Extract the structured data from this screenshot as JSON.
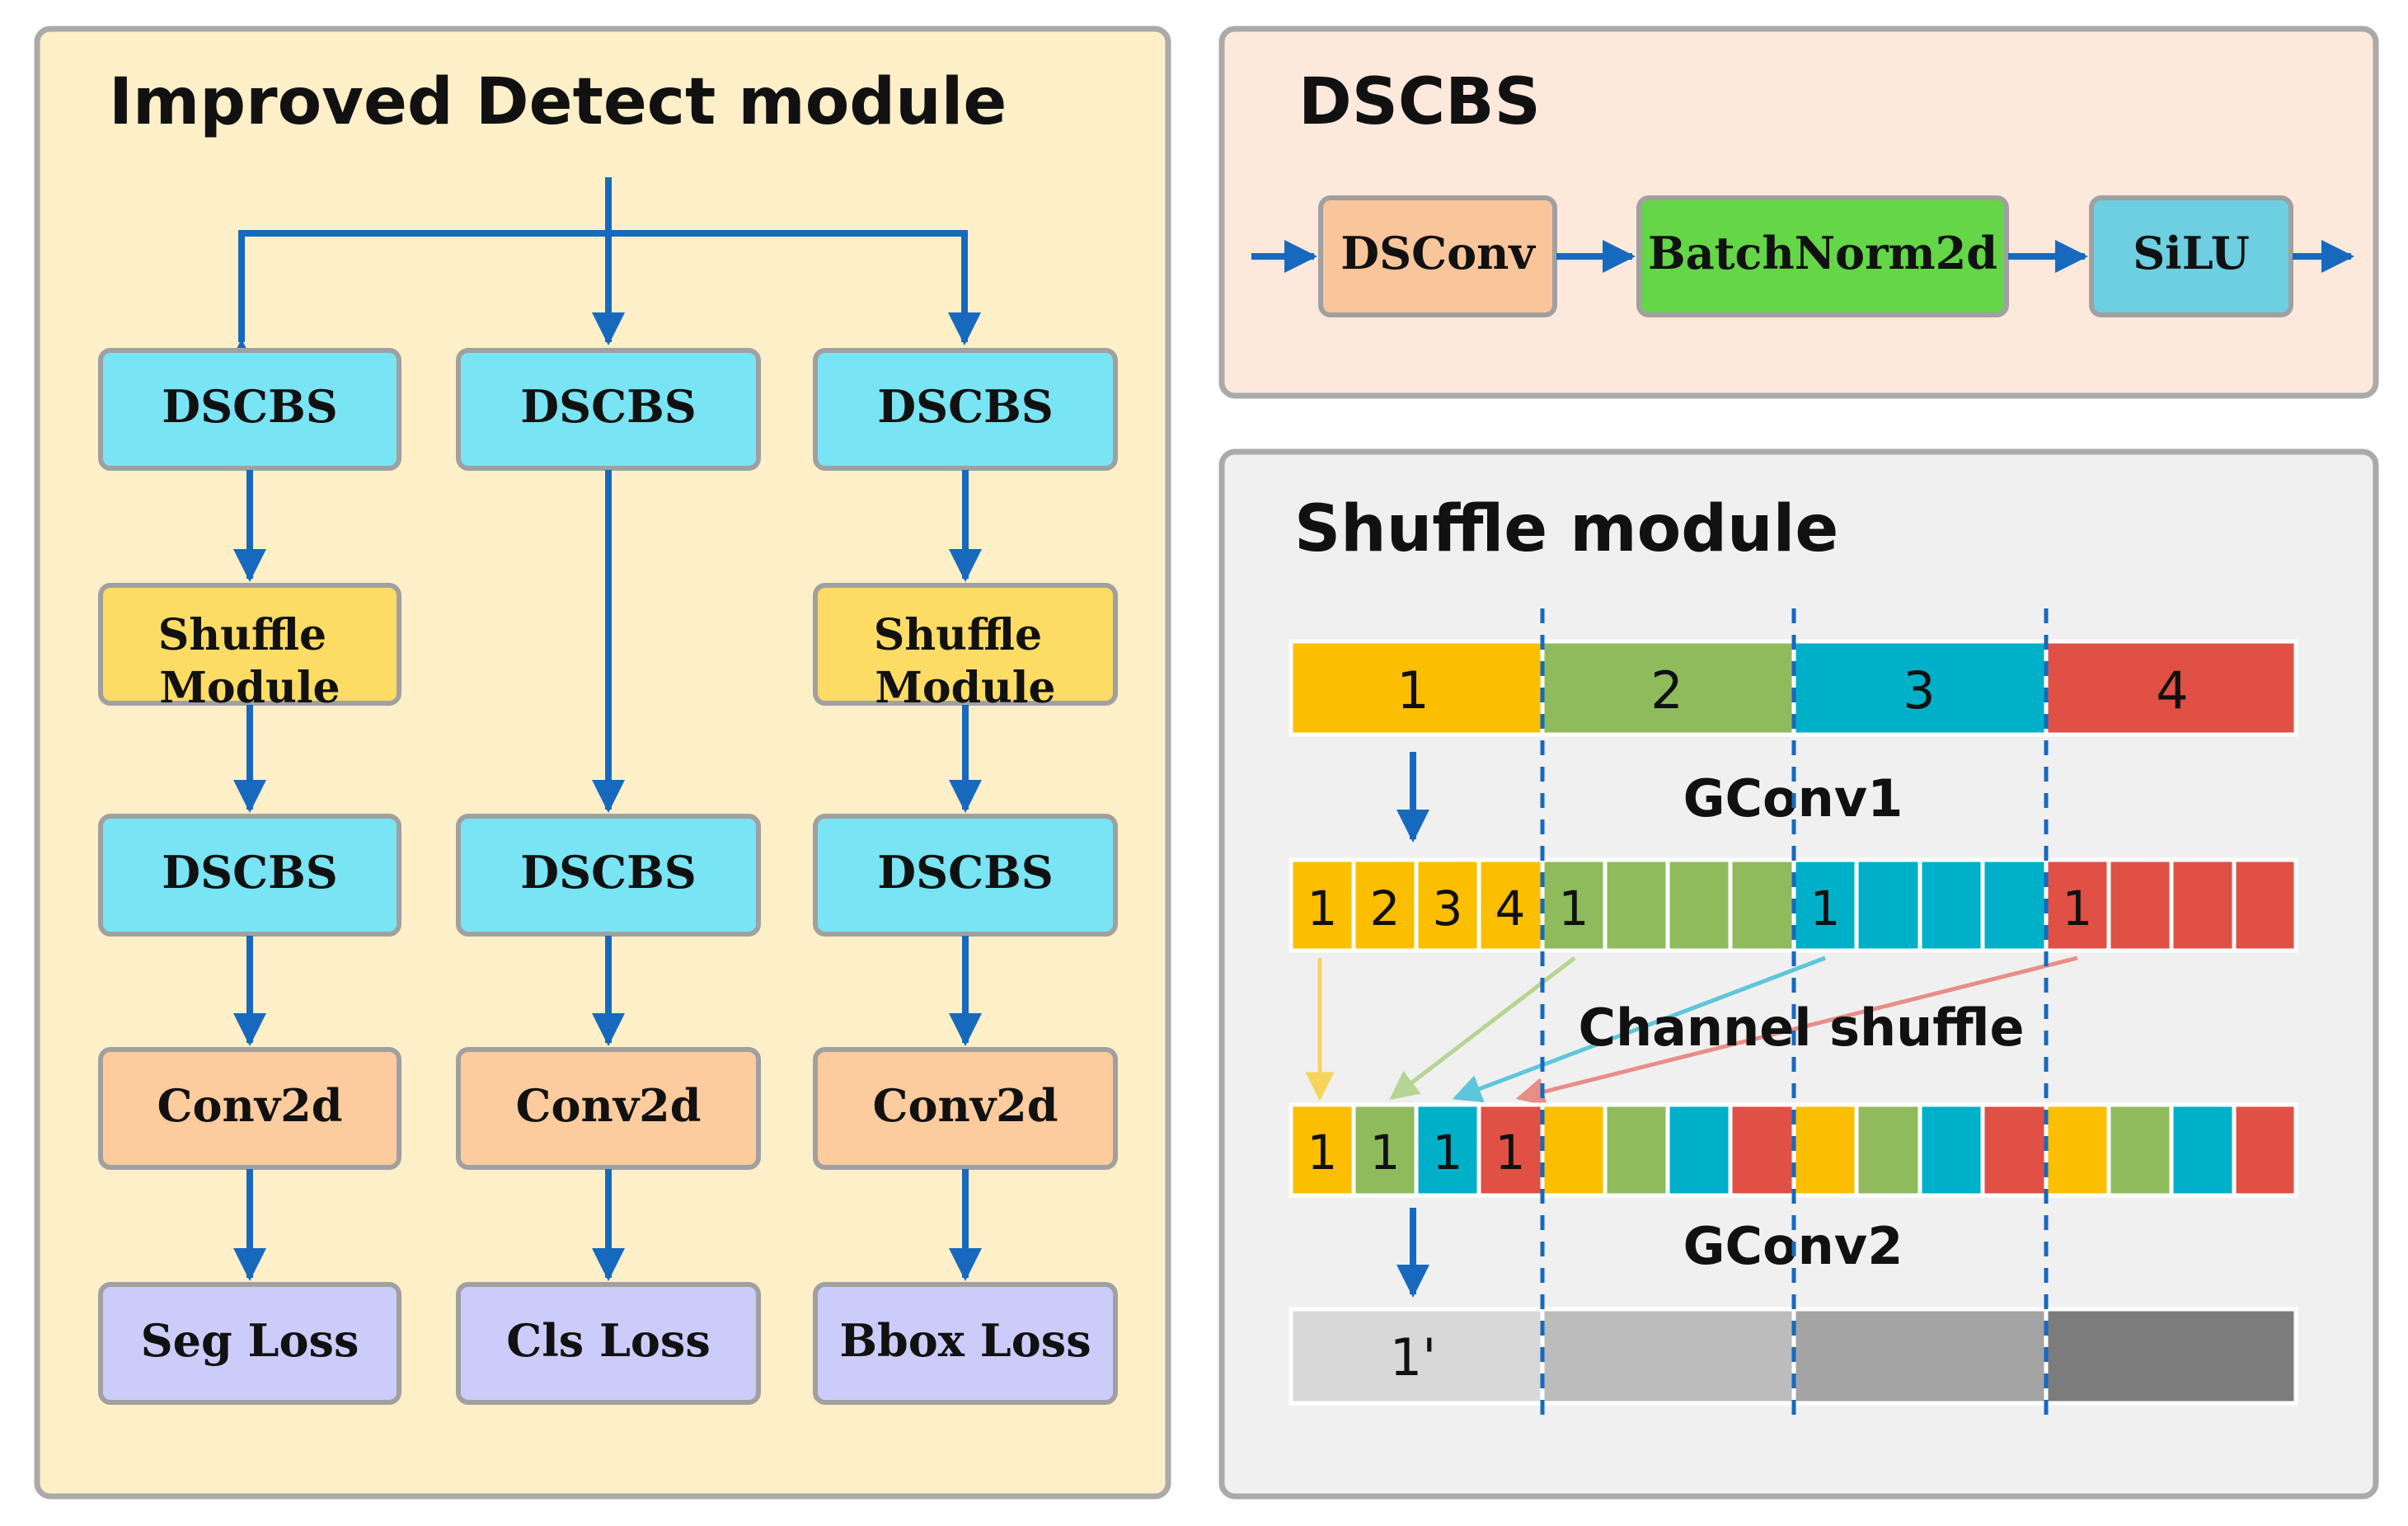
{
  "detect_panel": {
    "title": "Improved Detect module",
    "branches": [
      {
        "dscbs_1": "DSCBS",
        "shuffle": "Shuffle Module",
        "dscbs_2": "DSCBS",
        "conv": "Conv2d",
        "loss": "Seg Loss"
      },
      {
        "dscbs_1": "DSCBS",
        "dscbs_2": "DSCBS",
        "conv": "Conv2d",
        "loss": "Cls Loss"
      },
      {
        "dscbs_1": "DSCBS",
        "shuffle": "Shuffle Module",
        "dscbs_2": "DSCBS",
        "conv": "Conv2d",
        "loss": "Bbox Loss"
      }
    ]
  },
  "dscbs_panel": {
    "title": "DSCBS",
    "blocks": [
      "DSConv",
      "BatchNorm2d",
      "SiLU"
    ]
  },
  "shuffle_panel": {
    "title": "Shuffle module",
    "groups": [
      "1",
      "2",
      "3",
      "4"
    ],
    "gconv1_label": "GConv1",
    "gconv1_cell_labels": [
      "1",
      "2",
      "3",
      "4",
      "1",
      "1",
      "1"
    ],
    "channel_shuffle_label": "Channel shuffle",
    "shuffled_cell_labels": [
      "1",
      "1",
      "1",
      "1"
    ],
    "gconv2_label": "GConv2",
    "output_label": "1'"
  },
  "colors": {
    "detect_panel_bg": "#fdefc8",
    "dscbs_panel_bg": "#fde8dc",
    "shuffle_panel_bg": "#f0f0f0",
    "dscbs_box": "#79e4f3",
    "shuffle_box": "#fcdc64",
    "conv_box": "#fccb9e",
    "loss_box": "#ccccfa",
    "dsconv_box": "#f9c59b",
    "batchnorm_box": "#64d647",
    "silu_box": "#6dcfe1",
    "group_1": "#fbbe00",
    "group_2": "#8fbb5c",
    "group_3": "#00b0c8",
    "group_4": "#e05045",
    "output_1": "#d8d8d8",
    "output_2": "#bcbcbc",
    "output_3": "#a4a4a4",
    "output_4": "#7c7c7c",
    "arrow": "#1769bd"
  }
}
